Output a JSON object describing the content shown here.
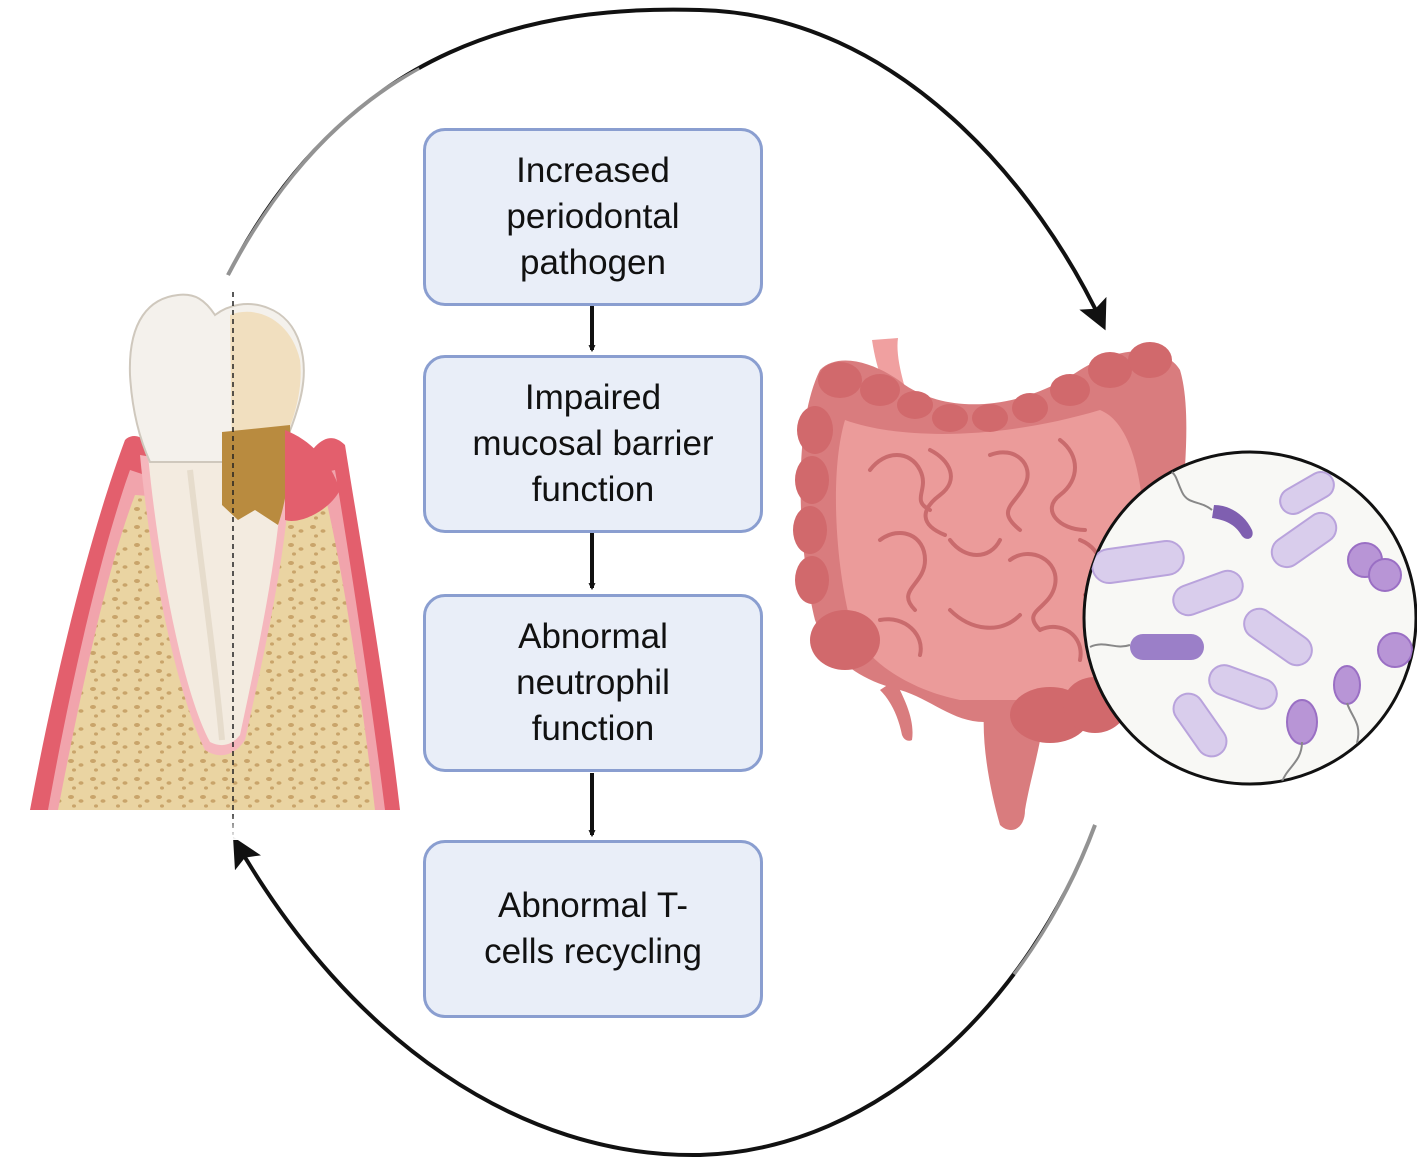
{
  "flow": {
    "steps": [
      {
        "label": "Increased\nperiodontal\npathogen"
      },
      {
        "label": "Impaired\nmucosal barrier\nfunction"
      },
      {
        "label": "Abnormal\nneutrophil\nfunction"
      },
      {
        "label": "Abnormal T-\ncells recycling"
      }
    ]
  },
  "colors": {
    "box_fill": "#e9eef8",
    "box_border": "#8a9ed0",
    "gum": "#e46c78",
    "bone": "#e8cf9a",
    "intestine": "#e2888a",
    "bacteria": "#b9a3dc",
    "arrow": "#111111"
  },
  "icons": [
    "tooth-icon",
    "intestine-icon",
    "microbiome-icon"
  ]
}
